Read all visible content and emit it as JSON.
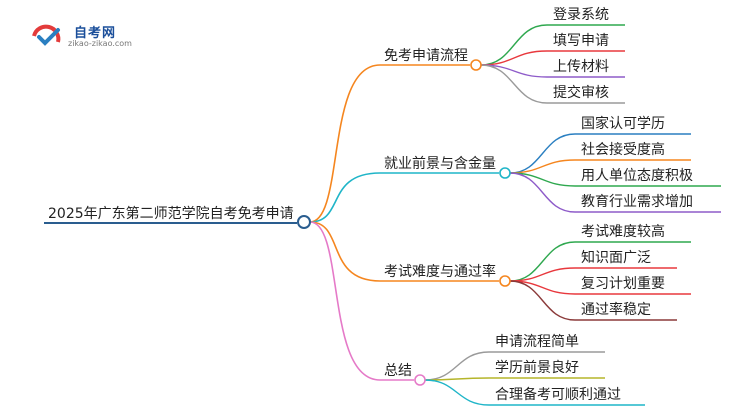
{
  "logo": {
    "title": "自考网",
    "url": "zikao-zikao.com"
  },
  "root": {
    "label": "2025年广东第二师范学院自考免考申请"
  },
  "branches": [
    {
      "label": "免考申请流程",
      "color": "#f5861f",
      "children": [
        {
          "label": "登录系统",
          "color": "#2fa84f"
        },
        {
          "label": "填写申请",
          "color": "#e8383d"
        },
        {
          "label": "上传材料",
          "color": "#8e5bc9"
        },
        {
          "label": "提交审核",
          "color": "#9a9a9a"
        }
      ]
    },
    {
      "label": "就业前景与含金量",
      "color": "#1fb5c8",
      "children": [
        {
          "label": "国家认可学历",
          "color": "#2a7fc1"
        },
        {
          "label": "社会接受度高",
          "color": "#f5861f"
        },
        {
          "label": "用人单位态度积极",
          "color": "#2fa84f"
        },
        {
          "label": "教育行业需求增加",
          "color": "#8e5bc9"
        }
      ]
    },
    {
      "label": "考试难度与通过率",
      "color": "#f5861f",
      "children": [
        {
          "label": "考试难度较高",
          "color": "#2fa84f"
        },
        {
          "label": "知识面广泛",
          "color": "#e8383d"
        },
        {
          "label": "复习计划重要",
          "color": "#e8383d"
        },
        {
          "label": "通过率稳定",
          "color": "#8b3a3a"
        }
      ]
    },
    {
      "label": "总结",
      "color": "#e57ac8",
      "children": [
        {
          "label": "申请流程简单",
          "color": "#9a9a9a"
        },
        {
          "label": "学历前景良好",
          "color": "#b5b52a"
        },
        {
          "label": "合理备考可顺利通过",
          "color": "#1fb5c8"
        }
      ]
    }
  ],
  "root_color": "#2a5d8f"
}
